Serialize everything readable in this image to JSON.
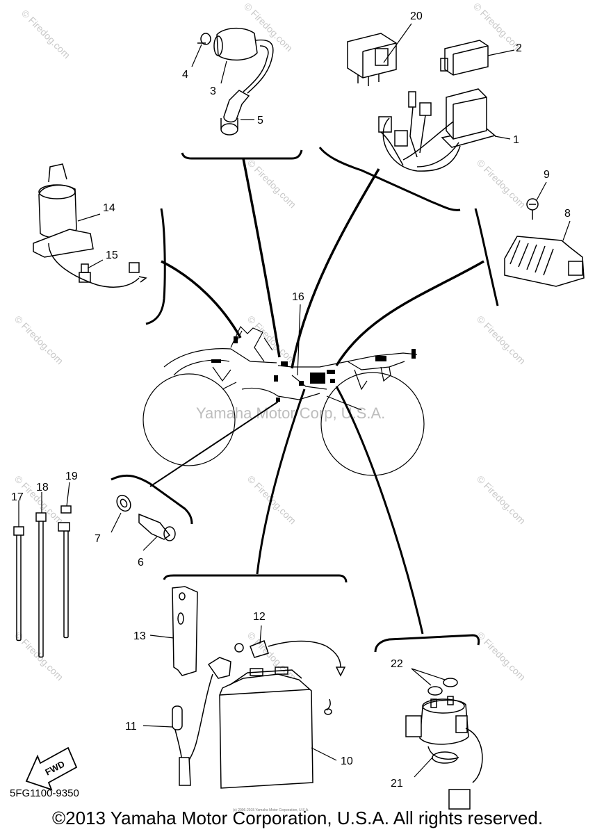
{
  "watermark": {
    "text": "© Firedog.com",
    "center_text": "Yamaha Motor Corp, U.S.A."
  },
  "callouts": [
    "1",
    "2",
    "3",
    "4",
    "5",
    "6",
    "7",
    "8",
    "9",
    "10",
    "11",
    "12",
    "13",
    "14",
    "15",
    "16",
    "17",
    "18",
    "19",
    "20",
    "21",
    "22"
  ],
  "fwd_label": "FWD",
  "part_code": "5FG1100-9350",
  "fine_print": "(c) 2006-2015 Yamaha Motor Corporation, U.S.A.",
  "copyright": "©2013 Yamaha Motor Corporation, U.S.A. All rights reserved."
}
